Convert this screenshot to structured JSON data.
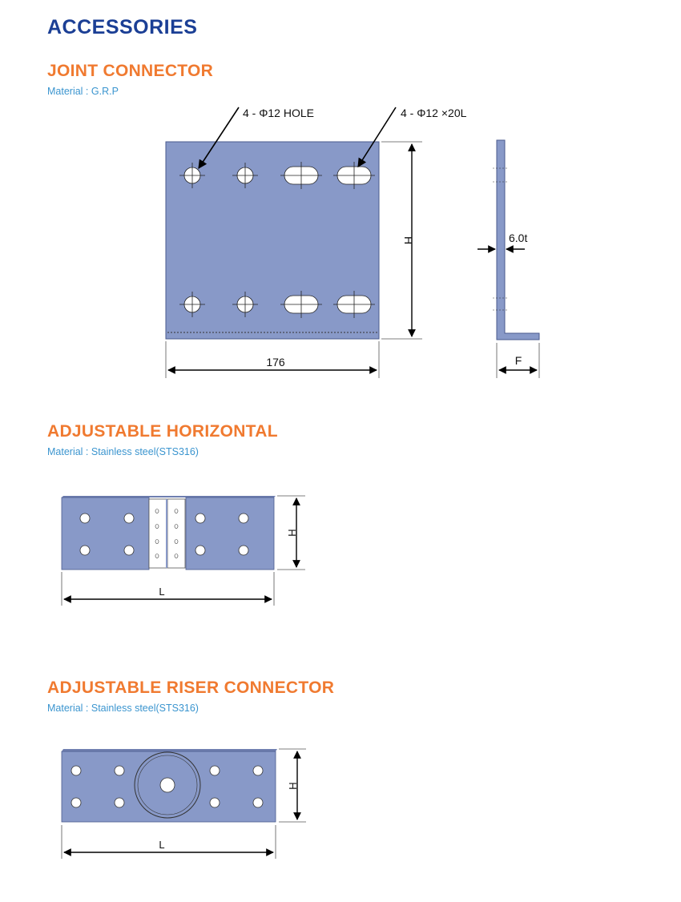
{
  "page": {
    "title": "ACCESSORIES"
  },
  "colors": {
    "title": "#1b3f95",
    "section": "#f07a30",
    "material": "#3b95cf",
    "plate": "#8899c8"
  },
  "sections": [
    {
      "title": "JOINT CONNECTOR",
      "material": "Material : G.R.P",
      "labels": {
        "hole_callout": "4 - Φ12 HOLE",
        "slot_callout": "4 - Φ12 ×20L",
        "height": "H",
        "width": "176",
        "thickness": "6.0t",
        "flange": "F"
      }
    },
    {
      "title": "ADJUSTABLE HORIZONTAL",
      "material": "Material : Stainless steel(STS316)",
      "labels": {
        "height": "H",
        "length": "L"
      }
    },
    {
      "title": "ADJUSTABLE RISER CONNECTOR",
      "material": "Material : Stainless steel(STS316)",
      "labels": {
        "height": "H",
        "length": "L"
      }
    }
  ]
}
